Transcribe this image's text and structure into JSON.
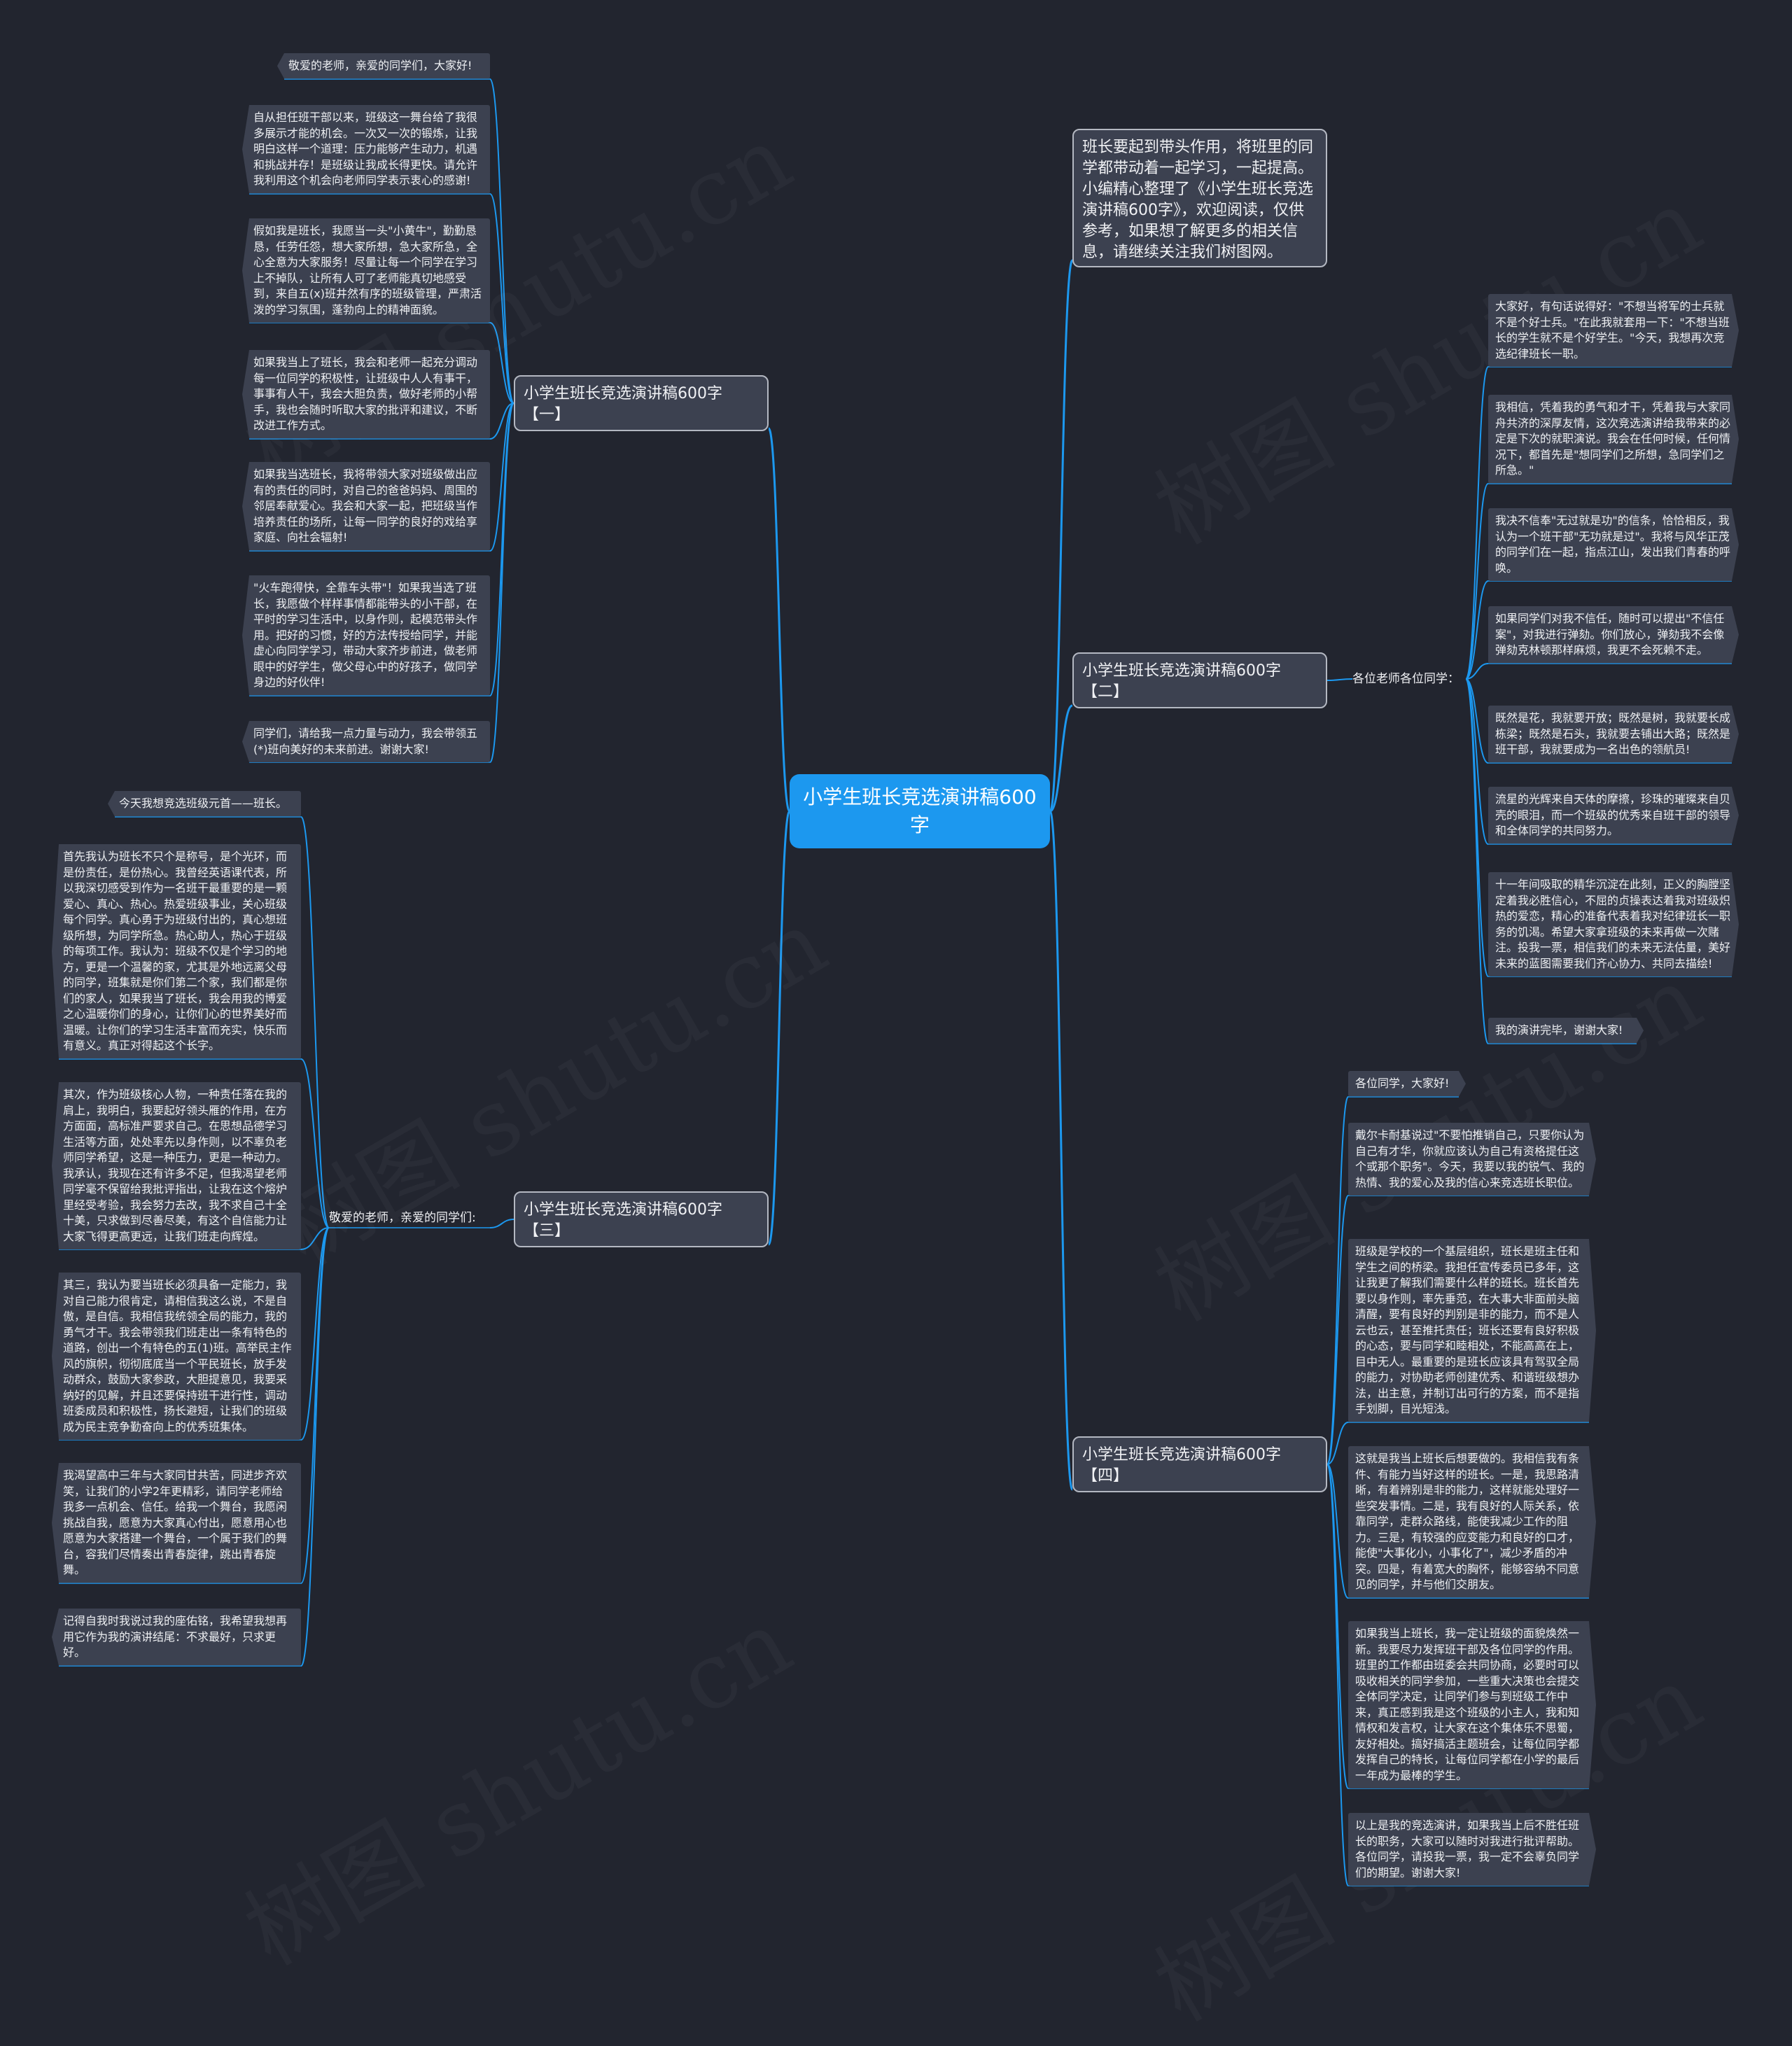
{
  "root": {
    "title": "小学生班长竞选演讲稿600字"
  },
  "intro": "班长要起到带头作用，将班里的同学都带动着一起学习，一起提高。小编精心整理了《小学生班长竞选演讲稿600字》，欢迎阅读，仅供参考，如果想了解更多的相关信息，请继续关注我们树图网。",
  "watermark": "树图 shutu.cn",
  "colors": {
    "background": "#22252f",
    "center": "#1c98ef",
    "line": "#1c98ef",
    "node": "#3c4150"
  },
  "branch1": {
    "title": "小学生班长竞选演讲稿600字【一】",
    "items": [
      "敬爱的老师，亲爱的同学们，大家好!",
      "自从担任班干部以来，班级这一舞台给了我很多展示才能的机会。一次又一次的锻炼，让我明白这样一个道理：压力能够产生动力，机遇和挑战并存！是班级让我成长得更快。请允许我利用这个机会向老师同学表示衷心的感谢!",
      "假如我是班长，我愿当一头\"小黄牛\"，勤勤恳恳，任劳任怨，想大家所想，急大家所急，全心全意为大家服务！尽量让每一个同学在学习上不掉队，让所有人可了老师能真切地感受到，来自五(x)班井然有序的班级管理，严肃活泼的学习氛围，蓬勃向上的精神面貌。",
      "如果我当上了班长，我会和老师一起充分调动每一位同学的积极性，让班级中人人有事干，事事有人干，我会大胆负责，做好老师的小帮手，我也会随时听取大家的批评和建议，不断改进工作方式。",
      "如果我当选班长，我将带领大家对班级做出应有的责任的同时，对自己的爸爸妈妈、周围的邻居奉献爱心。我会和大家一起，把班级当作培养责任的场所，让每一同学的良好的戏给享家庭、向社会辐射!",
      "\"火车跑得快，全靠车头带\"！如果我当选了班长，我愿做个样样事情都能带头的小干部，在平时的学习生活中，以身作则，起模范带头作用。把好的习惯，好的方法传授给同学，并能虚心向同学学习，带动大家齐步前进，做老师眼中的好学生，做父母心中的好孩子，做同学身边的好伙伴!",
      "同学们，请给我一点力量与动力，我会带领五(*)班向美好的未来前进。谢谢大家!"
    ]
  },
  "branch2": {
    "title": "小学生班长竞选演讲稿600字【二】",
    "sub": "各位老师各位同学：",
    "items": [
      "大家好，有句话说得好：\"不想当将军的士兵就不是个好士兵。\"在此我就套用一下：\"不想当班长的学生就不是个好学生。\"今天，我想再次竞选纪律班长一职。",
      "我相信，凭着我的勇气和才干，凭着我与大家同舟共济的深厚友情，这次竞选演讲给我带来的必定是下次的就职演说。我会在任何时候，任何情况下，都首先是\"想同学们之所想，急同学们之所急。\"",
      "我决不信奉\"无过就是功\"的信条，恰恰相反，我认为一个班干部\"无功就是过\"。我将与风华正茂的同学们在一起，指点江山，发出我们青春的呼唤。",
      "如果同学们对我不信任，随时可以提出\"不信任案\"，对我进行弹劾。你们放心，弹劾我不会像弹劾克林顿那样麻烦，我更不会死赖不走。",
      "既然是花，我就要开放；既然是树，我就要长成栋梁；既然是石头，我就要去铺出大路；既然是班干部，我就要成为一名出色的领航员!",
      "流星的光辉来自天体的摩擦，珍珠的璀璨来自贝壳的眼泪，而一个班级的优秀来自班干部的领导和全体同学的共同努力。",
      "十一年间吸取的精华沉淀在此刻，正义的胸膛坚定着我必胜信心，不屈的贞操表达着我对班级炽热的爱恋，精心的准备代表着我对纪律班长一职务的饥渴。希望大家拿班级的未来再做一次赌注。投我一票，相信我们的未来无法估量，美好未来的蓝图需要我们齐心协力、共同去描绘!",
      "我的演讲完毕，谢谢大家!"
    ]
  },
  "branch3": {
    "title": "小学生班长竞选演讲稿600字【三】",
    "sub": "敬爱的老师，亲爱的同学们:",
    "items": [
      "今天我想竞选班级元首——班长。",
      "首先我认为班长不只个是称号，是个光环，而是份责任，是份热心。我曾经英语课代表，所以我深切感受到作为一名班干最重要的是一颗爱心、真心、热心。热爱班级事业，关心班级每个同学。真心勇于为班级付出的，真心想班级所想，为同学所急。热心助人，热心于班级的每项工作。我认为：班级不仅是个学习的地方，更是一个温馨的家，尤其是外地远离父母的同学，班集就是你们第二个家，我们都是你们的家人，如果我当了班长，我会用我的博爱之心温暖你们的身心，让你们心的世界美好而温暖。让你们的学习生活丰富而充实，快乐而有意义。真正对得起这个长字。",
      "其次，作为班级核心人物，一种责任落在我的肩上，我明白，我要起好领头雁的作用，在方方面面，高标准严要求自己。在思想品德学习生活等方面，处处率先以身作则，以不辜负老师同学希望，这是一种压力，更是一种动力。我承认，我现在还有许多不足，但我渴望老师同学毫不保留给我批评指出，让我在这个熔炉里经受考验，我会努力去改，我不求自己十全十美，只求做到尽善尽美，有这个自信能力让大家飞得更高更远，让我们班走向辉煌。",
      "其三，我认为要当班长必须具备一定能力，我对自己能力很肯定，请相信我这么说，不是自傲，是自信。我相信我统领全局的能力，我的勇气才干。我会带领我们班走出一条有特色的道路，创出一个有特色的五(1)班。高举民主作风的旗帜，彻彻底底当一个平民班长，放手发动群众，鼓励大家参政，大胆提意见，我要采纳好的见解，并且还要保持班干进行性，调动班委成员和积极性，扬长避短，让我们的班级成为民主竞争勤奋向上的优秀班集体。",
      "我渴望高中三年与大家同甘共苦，同进步齐欢笑，让我们的小学2年更精彩，请同学老师给我多一点机会、信任。给我一个舞台，我愿闲挑战自我，愿意为大家真心付出，愿意用心也愿意为大家搭建一个舞台，一个属于我们的舞台，容我们尽情奏出青春旋律，跳出青春旋舞。",
      "记得自我时我说过我的座佑铭，我希望我想再用它作为我的演讲结尾：不求最好，只求更好。"
    ]
  },
  "branch4": {
    "title": "小学生班长竞选演讲稿600字【四】",
    "items": [
      "各位同学，大家好!",
      "戴尔卡耐基说过\"不要怕推销自己，只要你认为自己有才华，你就应该认为自己有资格提任这个或那个职务\"。今天，我要以我的锐气、我的热情、我的爱心及我的信心来竞选班长职位。",
      "班级是学校的一个基层组织，班长是班主任和学生之间的桥梁。我担任宣传委员已多年，这让我更了解我们需要什么样的班长。班长首先要以身作则，率先垂范，在大事大非面前头脑清醒，要有良好的判别是非的能力，而不是人云也云，甚至推托责任；班长还要有良好积极的心态，要与同学和睦相处，不能高高在上，目中无人。最重要的是班长应该具有驾驭全局的能力，对协助老师创建优秀、和谐班级想办法，出主意，并制订出可行的方案，而不是指手划脚，目光短浅。",
      "这就是我当上班长后想要做的。我相信我有条件、有能力当好这样的班长。一是，我思路清晰，有着辨别是非的能力，这样就能处理好一些突发事情。二是，我有良好的人际关系，依靠同学，走群众路线，能使我减少工作的阻力。三是，有较强的应变能力和良好的口才，能使\"大事化小，小事化了\"，减少矛盾的冲突。四是，有着宽大的胸怀，能够容纳不同意见的同学，并与他们交朋友。",
      "如果我当上班长，我一定让班级的面貌焕然一新。我要尽力发挥班干部及各位同学的作用。班里的工作都由班委会共同协商，必要时可以吸收相关的同学参加，一些重大决策也会提交全体同学决定，让同学们参与到班级工作中来，真正感到我是这个班级的小主人，我和知情权和发言权，让大家在这个集体乐不思蜀，友好相处。搞好搞活主题班会，让每位同学都发挥自己的特长，让每位同学都在小学的最后一年成为最棒的学生。",
      "以上是我的竞选演讲，如果我当上后不胜任班长的职务，大家可以随时对我进行批评帮助。各位同学，请投我一票，我一定不会辜负同学们的期望。谢谢大家!"
    ]
  }
}
